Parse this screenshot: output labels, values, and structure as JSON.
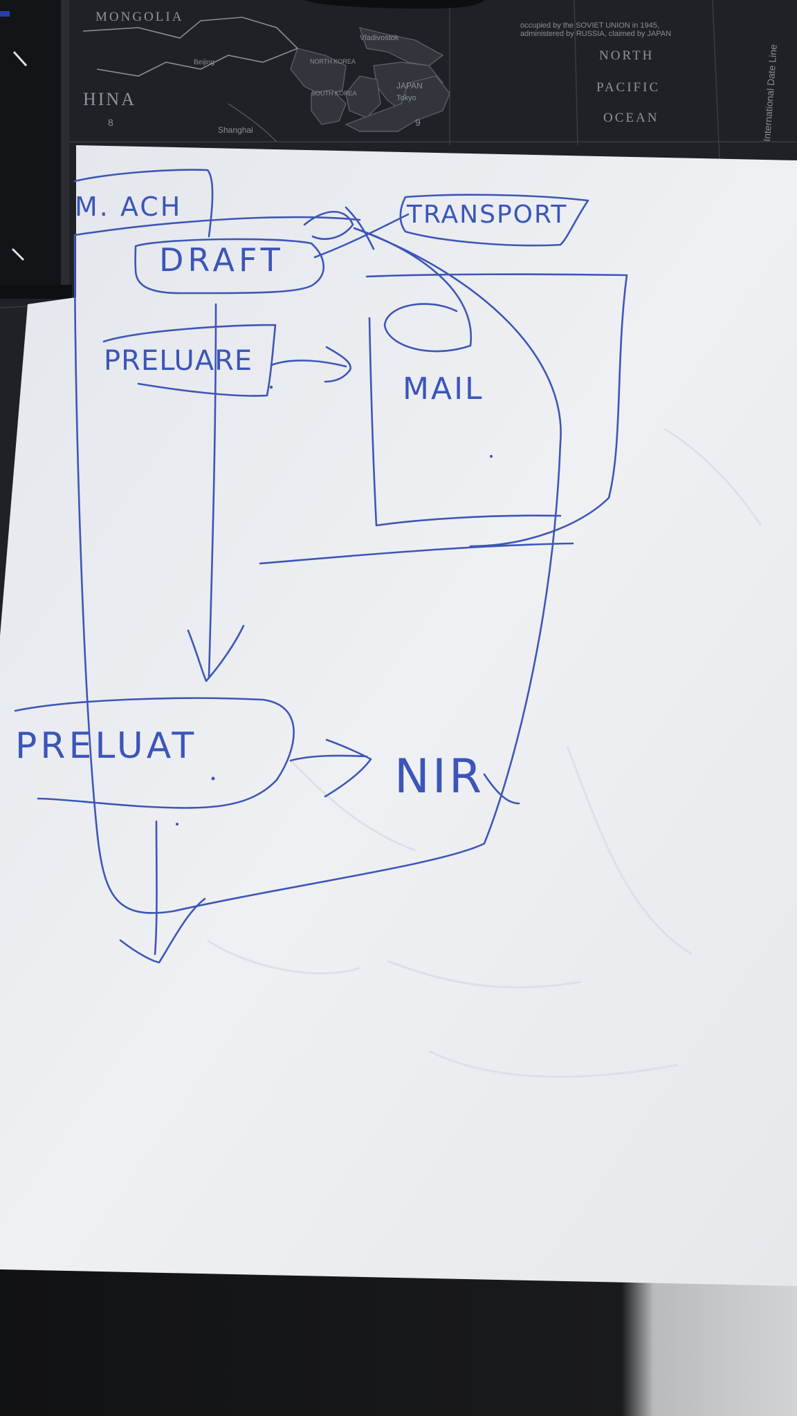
{
  "map": {
    "labels": {
      "mongolia": "MONGOLIA",
      "china": "HINA",
      "north": "NORTH",
      "pacific": "PACIFIC",
      "ocean": "OCEAN",
      "date_line": "International Date Line",
      "beijing": "Beijing",
      "shanghai": "Shanghai",
      "vladivostok": "Vladivostok",
      "north_korea": "NORTH KOREA",
      "south_korea": "SOUTH KOREA",
      "japan": "JAPAN",
      "tokyo": "Tokyo",
      "occupied_note_1": "occupied by the SOVIET UNION in 1945,",
      "occupied_note_2": "administered by RUSSIA, claimed by JAPAN",
      "grid_8": "8",
      "grid_9": "9"
    }
  },
  "diagram": {
    "nodes": {
      "m_ach": "M. ACH",
      "draft": "DRAFT",
      "transport": "TRANSPORT",
      "preluare": "PRELUARE",
      "mail": "MAIL",
      "preluat": "PRELUAT",
      "nir": "NIR"
    }
  },
  "colors": {
    "ink": "#3d56b6",
    "paper": "#eceef2",
    "map_background": "#202126"
  }
}
